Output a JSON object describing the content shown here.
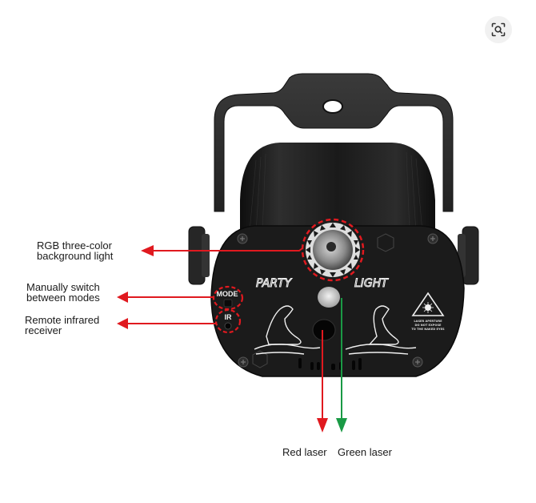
{
  "toolbar": {
    "zoom_button": {
      "icon": "visual-search-icon"
    }
  },
  "product": {
    "name": "Party light laser projector",
    "panel_text_left": "PARTY",
    "panel_text_right": "LIGHT",
    "mode_marking": "MODE",
    "ir_marking": "IR",
    "warning_label": [
      "LASER APERTURE",
      "DO NOT EXPOSE",
      "TO THE NAKED EYES"
    ]
  },
  "annotations": {
    "rgb_light": {
      "line1": "RGB three-color",
      "line2": "background light"
    },
    "mode_switch": {
      "line1": "Manually switch",
      "line2": "between modes"
    },
    "ir_receiver": {
      "line1": "Remote infrared",
      "line2": "receiver"
    },
    "red_laser": "Red laser",
    "green_laser": "Green laser"
  },
  "colors": {
    "callout_red": "#e0191f",
    "callout_green": "#1a9a45",
    "device_body": "#1c1c1c",
    "bracket": "#2a2a2a"
  }
}
